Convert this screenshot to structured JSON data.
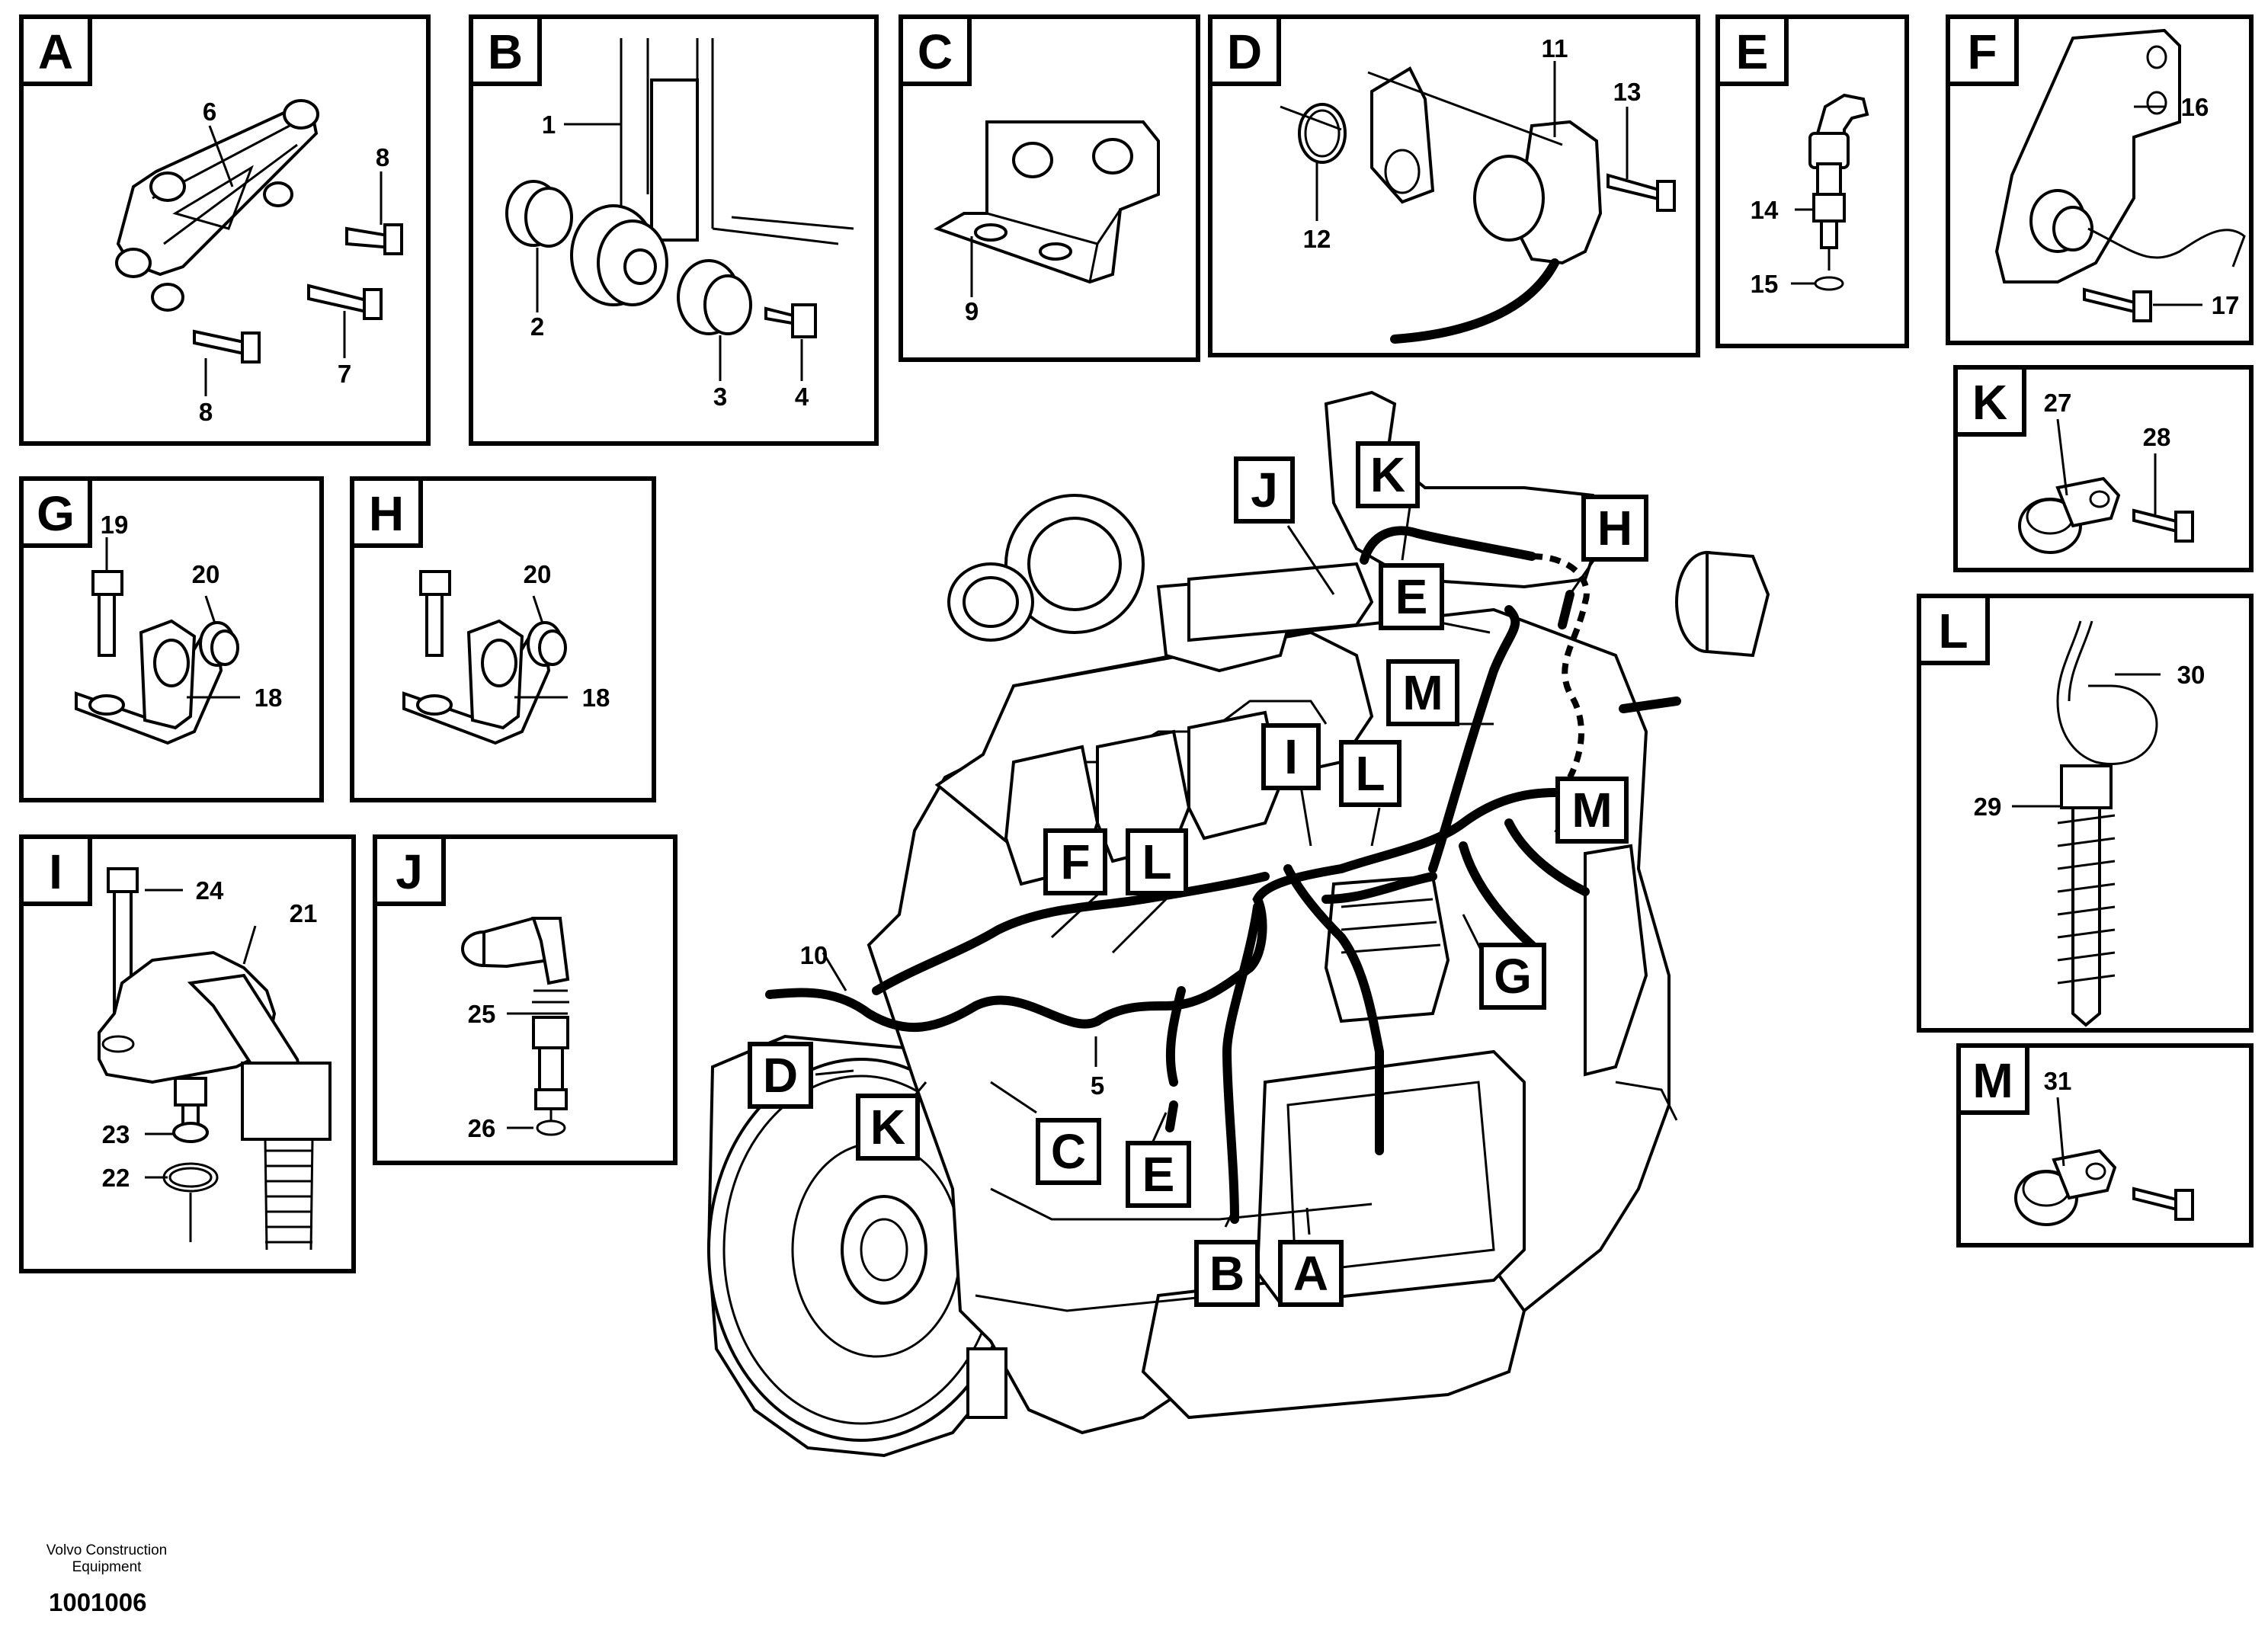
{
  "panels": {
    "A": {
      "tag": "A",
      "callouts": [
        "6",
        "8",
        "7",
        "8"
      ]
    },
    "B": {
      "tag": "B",
      "callouts": [
        "1",
        "2",
        "3",
        "4"
      ]
    },
    "C": {
      "tag": "C",
      "callouts": [
        "9"
      ]
    },
    "D": {
      "tag": "D",
      "callouts": [
        "11",
        "13",
        "12"
      ]
    },
    "E": {
      "tag": "E",
      "callouts": [
        "14",
        "15"
      ]
    },
    "F": {
      "tag": "F",
      "callouts": [
        "16",
        "17"
      ]
    },
    "G": {
      "tag": "G",
      "callouts": [
        "19",
        "20",
        "18"
      ]
    },
    "H": {
      "tag": "H",
      "callouts": [
        "20",
        "18"
      ]
    },
    "I": {
      "tag": "I",
      "callouts": [
        "24",
        "21",
        "23",
        "22"
      ]
    },
    "J": {
      "tag": "J",
      "callouts": [
        "25",
        "26"
      ]
    },
    "K": {
      "tag": "K",
      "callouts": [
        "27",
        "28"
      ]
    },
    "L": {
      "tag": "L",
      "callouts": [
        "30",
        "29"
      ]
    },
    "M": {
      "tag": "M",
      "callouts": [
        "31"
      ]
    }
  },
  "engine_tags": [
    "J",
    "K",
    "H",
    "E",
    "M",
    "I",
    "L",
    "M",
    "F",
    "L",
    "G",
    "D",
    "K",
    "C",
    "E",
    "B",
    "A"
  ],
  "engine_callouts": [
    "10",
    "5"
  ],
  "footer": {
    "brand": "Volvo Construction Equipment",
    "document_number": "1001006"
  }
}
